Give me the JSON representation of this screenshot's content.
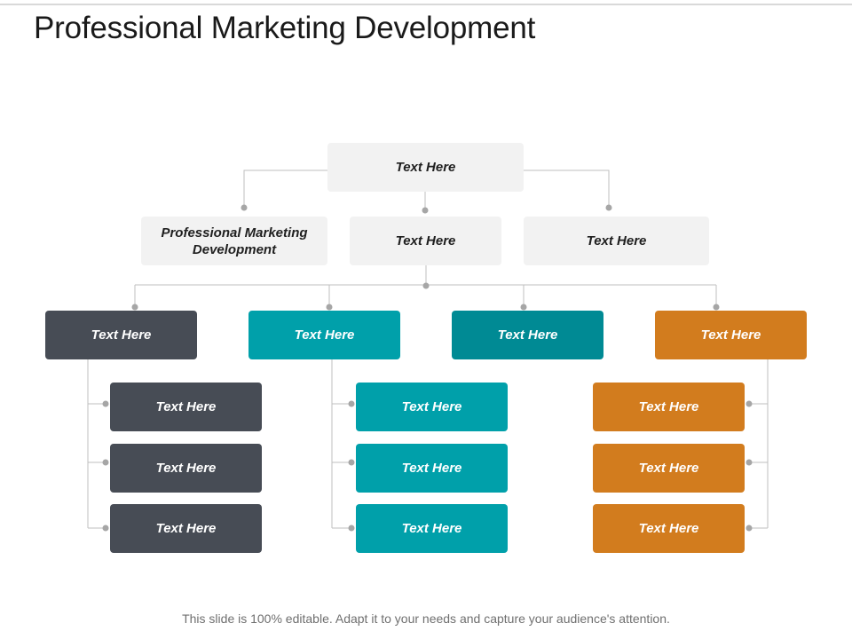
{
  "title": "Professional Marketing Development",
  "footer": "This slide is 100% editable. Adapt it to your needs and capture your audience's attention.",
  "colors": {
    "light": "#f2f2f2",
    "dark": "#474c55",
    "teal": "#00a0aa",
    "teal_dark": "#008a94",
    "orange": "#d27c1e",
    "connector": "#bfbfbf",
    "dot": "#a6a6a6"
  },
  "diagram": {
    "top": {
      "label": "Text Here"
    },
    "second_row": [
      {
        "label": "Professional Marketing Development"
      },
      {
        "label": "Text Here"
      },
      {
        "label": "Text Here"
      }
    ],
    "branches": [
      {
        "label": "Text Here",
        "children": [
          "Text Here",
          "Text Here",
          "Text Here"
        ]
      },
      {
        "label": "Text Here",
        "children": [
          "Text Here",
          "Text Here",
          "Text Here"
        ]
      },
      {
        "label": "Text Here",
        "children": []
      },
      {
        "label": "Text Here",
        "children": [
          "Text Here",
          "Text Here",
          "Text Here"
        ]
      }
    ]
  }
}
